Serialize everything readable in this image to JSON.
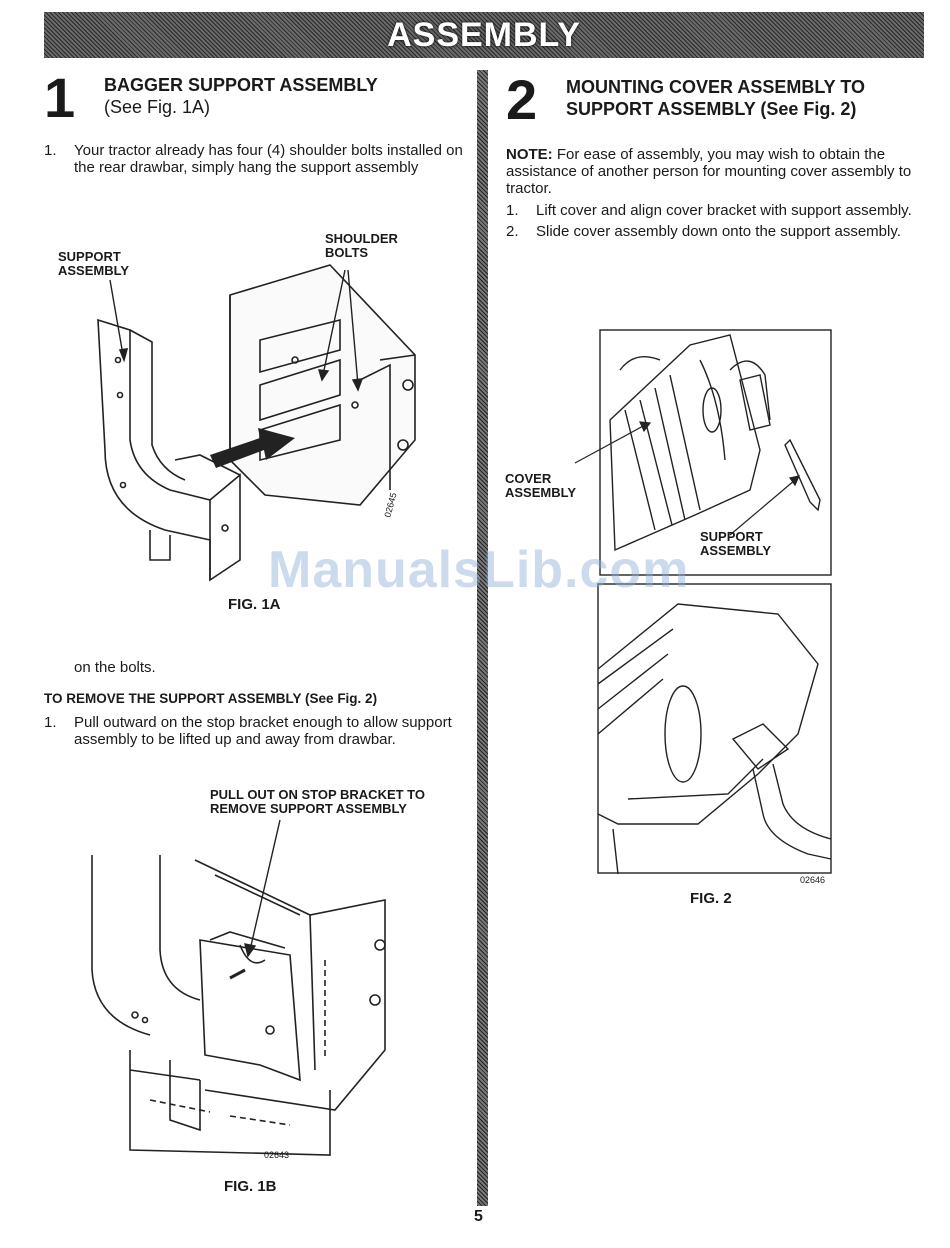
{
  "header": {
    "title": "ASSEMBLY"
  },
  "section1": {
    "number": "1",
    "title": "BAGGER SUPPORT ASSEMBLY",
    "subtitle": "(See Fig. 1A)",
    "step1_num": "1.",
    "step1_text": "Your tractor already has four (4) shoulder bolts installed on the rear drawbar, simply hang the support assembly",
    "step1_cont": "on the bolts.",
    "fig1a": {
      "label_support": "SUPPORT ASSEMBLY",
      "label_bolts": "SHOULDER BOLTS",
      "code": "02645",
      "caption": "FIG. 1A"
    },
    "remove_heading": "TO REMOVE THE SUPPORT ASSEMBLY (See Fig. 2)",
    "remove_step_num": "1.",
    "remove_step_text": "Pull outward on the stop bracket enough to allow support assembly to be lifted up and away from drawbar.",
    "fig1b": {
      "label": "PULL OUT ON STOP BRACKET TO REMOVE SUPPORT ASSEMBLY",
      "code": "02643",
      "caption": "FIG. 1B"
    }
  },
  "section2": {
    "number": "2",
    "title": "MOUNTING COVER ASSEMBLY TO SUPPORT ASSEMBLY (See Fig. 2)",
    "note_label": "NOTE:",
    "note_text": "For ease of assembly, you may wish to obtain the assistance of another person for mounting cover assembly to tractor.",
    "steps": [
      {
        "num": "1.",
        "text": "Lift cover and align cover bracket with support assembly."
      },
      {
        "num": "2.",
        "text": "Slide cover assembly down onto the support assembly."
      }
    ],
    "fig2": {
      "label_cover": "COVER ASSEMBLY",
      "label_support": "SUPPORT ASSEMBLY",
      "code": "02646",
      "caption": "FIG. 2"
    }
  },
  "watermark": "ManualsLib.com",
  "page_number": "5"
}
